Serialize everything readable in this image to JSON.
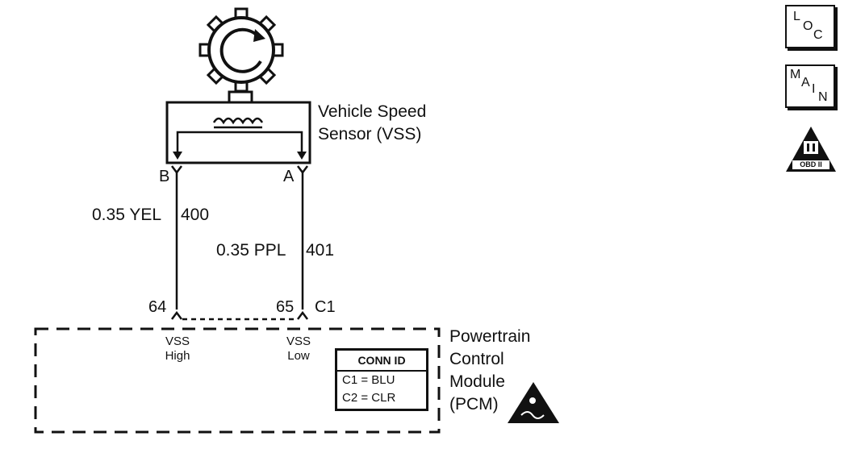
{
  "sensor": {
    "label_line1": "Vehicle Speed",
    "label_line2": "Sensor (VSS)"
  },
  "terminals": {
    "b": "B",
    "a": "A"
  },
  "wires": [
    {
      "gauge_color": "0.35 YEL",
      "circuit": "400"
    },
    {
      "gauge_color": "0.35 PPL",
      "circuit": "401"
    }
  ],
  "pcm_pins": {
    "pin_high": "64",
    "pin_low": "65",
    "connector": "C1"
  },
  "pcm_signals": {
    "high_line1": "VSS",
    "high_line2": "High",
    "low_line1": "VSS",
    "low_line2": "Low"
  },
  "conn_id": {
    "header": "CONN ID",
    "rows": [
      "C1 = BLU",
      "C2 = CLR"
    ]
  },
  "pcm": {
    "line1": "Powertrain",
    "line2": "Control",
    "line3": "Module",
    "line4": "(PCM)"
  },
  "nav": {
    "loc_letters": [
      "L",
      "O",
      "C"
    ],
    "main_letters": [
      "M",
      "A",
      "I",
      "N"
    ],
    "obd_label": "OBD II"
  },
  "colors": {
    "ink": "#111111",
    "background": "#ffffff"
  },
  "icons": [
    "gear-icon",
    "esd-warning-icon",
    "loc-icon",
    "main-icon",
    "obd-ii-icon"
  ]
}
